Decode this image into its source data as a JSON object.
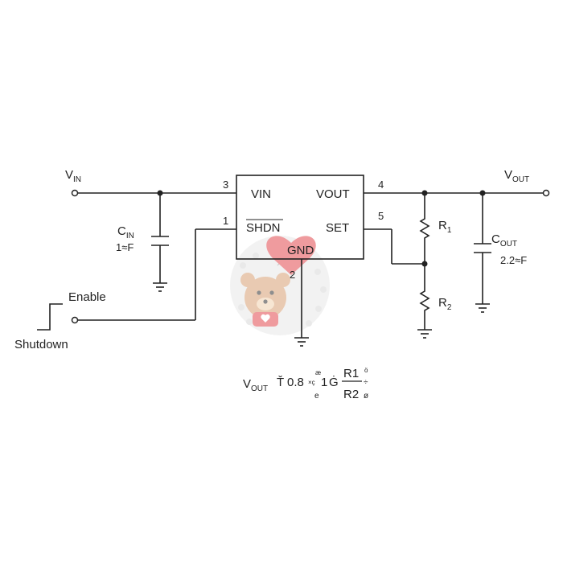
{
  "inputs": {
    "vin_main": "V",
    "vin_sub": "IN",
    "enable": "Enable",
    "shutdown": "Shutdown"
  },
  "output": {
    "vout_main": "V",
    "vout_sub": "OUT"
  },
  "chip": {
    "pin_vin": "VIN",
    "pin_vout": "VOUT",
    "pin_shdn": "SHDN",
    "pin_set": "SET",
    "pin_gnd": "GND",
    "pin_num_vin": "3",
    "pin_num_vout": "4",
    "pin_num_shdn": "1",
    "pin_num_set": "5",
    "pin_num_gnd": "2"
  },
  "components": {
    "cin_main": "C",
    "cin_sub": "IN",
    "cin_value": "1≈F",
    "cout_main": "C",
    "cout_sub": "OUT",
    "cout_value": "2.2≈F",
    "r1_main": "R",
    "r1_sub": "1",
    "r2_main": "R",
    "r2_sub": "2"
  },
  "formula": {
    "vout_main": "V",
    "vout_sub": "OUT",
    "eq_glyph": "Ť",
    "const": "0.8",
    "open_glyph": "×ç",
    "open_top": "æ",
    "open_bot": "e",
    "one": "1",
    "plus_glyph": "Ġ",
    "num": "R1",
    "den": "R2",
    "close_top": "ö",
    "close_mid": "÷",
    "close_bot": "ø"
  },
  "watermark": {
    "type": "teddy-bear-with-heart-balloon"
  }
}
